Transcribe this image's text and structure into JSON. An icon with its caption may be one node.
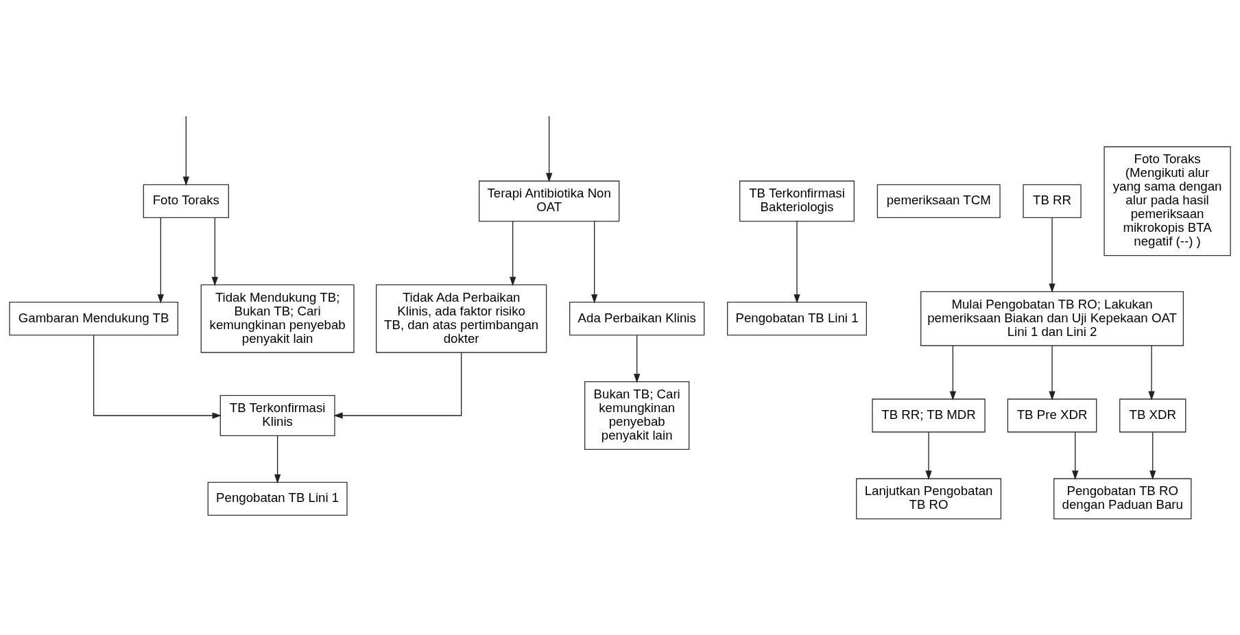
{
  "diagram": {
    "nodes": [
      {
        "text": [
          "Foto Toraks"
        ]
      },
      {
        "text": [
          "Terapi Antibiotika Non OAT"
        ]
      },
      {
        "text": [
          "TB Terkonfirmasi Bakteriologis"
        ]
      },
      {
        "text": [
          "pemeriksaan TCM"
        ]
      },
      {
        "text": [
          "TB RR"
        ]
      },
      {
        "text": [
          "Foto Toraks (Mengikuti alur yang sama dengan alur pada hasil pemeriksaan mikrokopis BTA negatif (--) )"
        ]
      },
      {
        "text": [
          "Gambaran Mendukung TB"
        ]
      },
      {
        "text": [
          "Tidak Mendukung TB; Bukan TB; Cari kemungkinan penyebab penyakit lain"
        ]
      },
      {
        "text": [
          "Pengobatan TB Lini 1"
        ]
      },
      {
        "text": [
          "Mulai Pengobatan TB RO; Lakukan pemeriksaan Biakan dan Uji Kepekaan OAT Lini 1 dan Lini 2"
        ]
      },
      {
        "text": [
          "Tidak Ada Perbaikan Klinis, ada faktor risiko TB, dan atas pertimbangan dokter"
        ]
      },
      {
        "text": [
          "Ada Perbaikan Klinis"
        ]
      },
      {
        "text": [
          "TB RR; TB MDR"
        ]
      },
      {
        "text": [
          "TB Pre XDR"
        ]
      },
      {
        "text": [
          "TB XDR"
        ]
      },
      {
        "text": [
          "Lanjutkan Pengobatan TB RO"
        ]
      },
      {
        "text": [
          "Pengobatan TB RO dengan Paduan Baru"
        ]
      },
      {
        "text": [
          "Bukan TB; Cari kemungkinan penyebab penyakit lain"
        ]
      },
      {
        "text": [
          "TB Terkonfirmasi Klinis"
        ]
      },
      {
        "text": [
          "Pengobatan TB Lini 1"
        ]
      }
    ],
    "edges": [
      {
        "from": null,
        "to": 0,
        "arrow": "to"
      },
      {
        "from": null,
        "to": 1,
        "arrow": "to"
      },
      {
        "from": 0,
        "to": 6,
        "arrow": "to"
      },
      {
        "from": 0,
        "to": 7,
        "arrow": "to"
      },
      {
        "from": 2,
        "to": 8,
        "arrow": "to"
      },
      {
        "from": 4,
        "to": 9,
        "arrow": "to"
      },
      {
        "from": 1,
        "to": 10,
        "arrow": "to"
      },
      {
        "from": 1,
        "to": 11,
        "arrow": "to"
      },
      {
        "from": 9,
        "to": 12,
        "arrow": "to"
      },
      {
        "from": 9,
        "to": 13,
        "arrow": "to"
      },
      {
        "from": 9,
        "to": 14,
        "arrow": "to"
      },
      {
        "from": 12,
        "to": 15,
        "arrow": "to"
      },
      {
        "from": 13,
        "to": 16,
        "arrow": "to"
      },
      {
        "from": 14,
        "to": 16,
        "arrow": "to"
      },
      {
        "from": 11,
        "to": 17,
        "arrow": "to"
      },
      {
        "from": 6,
        "to": 18,
        "arrow": "to"
      },
      {
        "from": 10,
        "to": 18,
        "arrow": "to"
      },
      {
        "from": 18,
        "to": 19,
        "arrow": "to"
      }
    ]
  }
}
